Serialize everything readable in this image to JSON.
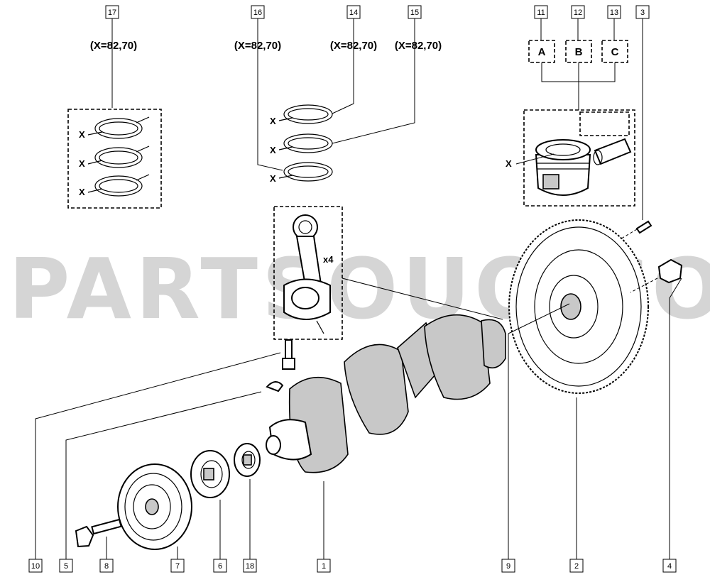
{
  "watermark": "PARTSOUQ.COM",
  "ring_spec_texts": {
    "ring_17": "(X=82,70)",
    "ring_16": "(X=82,70)",
    "ring_14": "(X=82,70)",
    "ring_15": "(X=82,70)"
  },
  "x_marks": {
    "x1": "X",
    "x2": "X",
    "x3": "X",
    "x4": "X",
    "x5": "X",
    "x6": "X",
    "x7": "X"
  },
  "rod_quantity": "x4",
  "piston_variants": [
    "A",
    "B",
    "C"
  ],
  "reference_numbers": {
    "n17": "17",
    "n16": "16",
    "n14": "14",
    "n15": "15",
    "n11": "11",
    "n12": "12",
    "n13": "13",
    "n3": "3",
    "n10": "10",
    "n5": "5",
    "n8": "8",
    "n7": "7",
    "n6": "6",
    "n18": "18",
    "n1": "1",
    "n9": "9",
    "n2": "2",
    "n4": "4"
  }
}
